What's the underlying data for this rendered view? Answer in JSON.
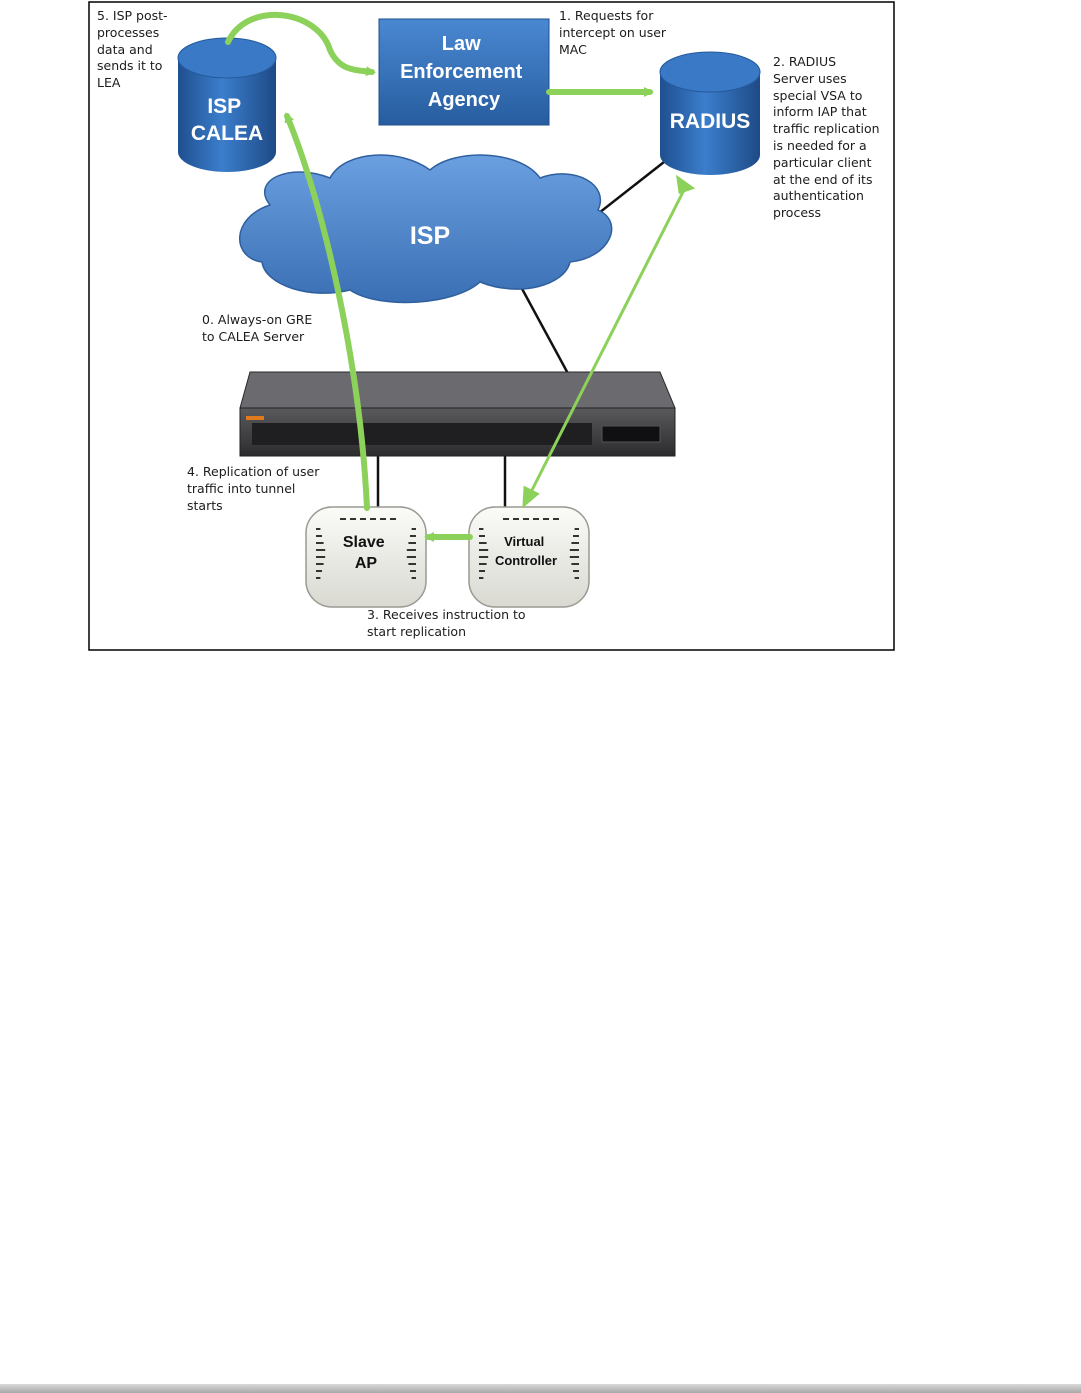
{
  "nodes": {
    "isp_calea": "ISP\nCALEA",
    "lea": "Law\nEnforcement\nAgency",
    "radius": "RADIUS",
    "isp_cloud": "ISP",
    "slave_ap": "Slave\nAP",
    "virtual_controller": "Virtual\nController"
  },
  "notes": {
    "step5": "5. ISP post-\nprocesses\ndata and\nsends it to\nLEA",
    "step1": "1.  Requests for\nintercept on user\nMAC",
    "step2": "2.  RADIUS\nServer uses\nspecial VSA to\ninform IAP that\ntraffic replication\nis needed for a\nparticular client\nat the end of its\nauthentication\nprocess",
    "step0": "0. Always-on GRE\nto CALEA Server",
    "step4": "4. Replication of user\ntraffic into tunnel\nstarts",
    "step3": "3. Receives instruction to\nstart replication"
  },
  "colors": {
    "arrow_green": "#8cd15a",
    "node_blue": "#2f6fb8",
    "cloud_blue": "#4f86c9",
    "switch_body": "#3a3a3c"
  }
}
